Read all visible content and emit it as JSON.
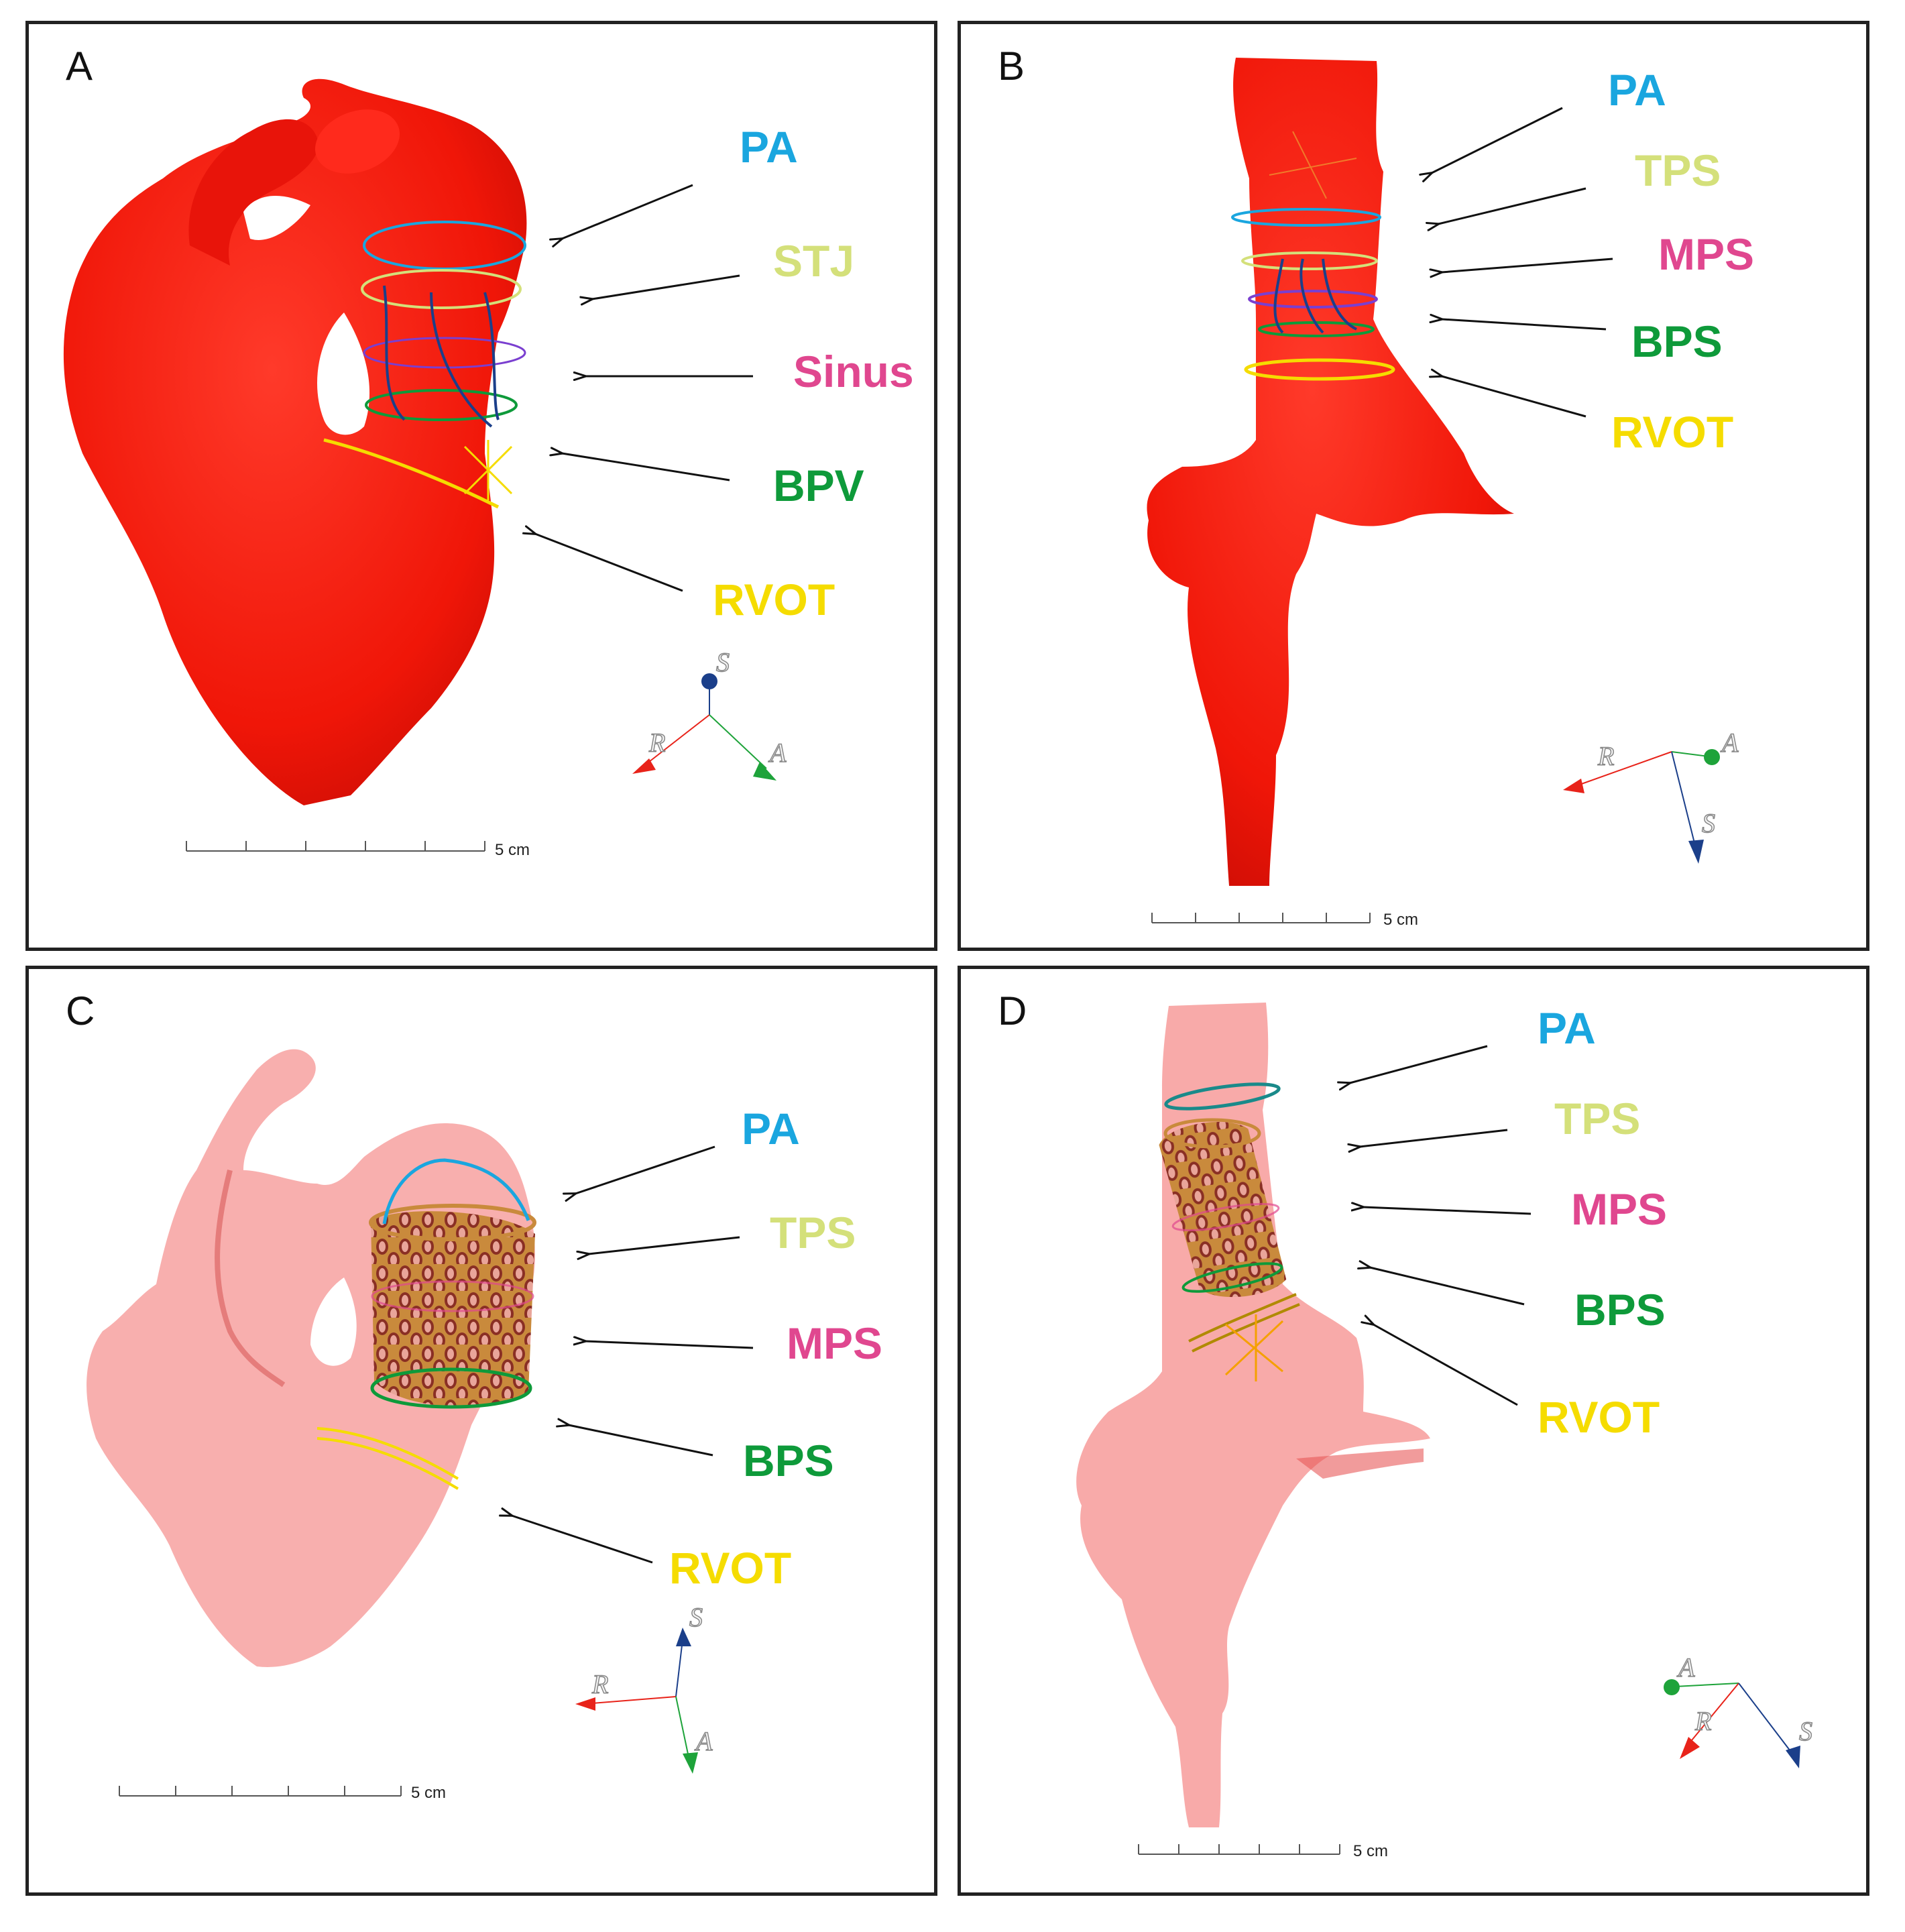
{
  "colors": {
    "heart_solid": "#ff1a10",
    "heart_translucent": "#f7a1a0",
    "pa": "#1aa6df",
    "stj_tps": "#d4e07a",
    "sinus_mps": "#e0478f",
    "bpv_bps": "#0e9a3a",
    "rvot": "#f5dc00",
    "axis_r": "#e8231a",
    "axis_a": "#1ea33a",
    "axis_s": "#1b3f8a"
  },
  "panels": [
    {
      "letter": "A",
      "labels": [
        {
          "text": "PA",
          "color": "#1aa6df"
        },
        {
          "text": "STJ",
          "color": "#d4e07a"
        },
        {
          "text": "Sinus",
          "color": "#e0478f"
        },
        {
          "text": "BPV",
          "color": "#0e9a3a"
        },
        {
          "text": "RVOT",
          "color": "#f5dc00"
        }
      ],
      "scale": "5 cm",
      "axes": [
        "S",
        "R",
        "A"
      ]
    },
    {
      "letter": "B",
      "labels": [
        {
          "text": "PA",
          "color": "#1aa6df"
        },
        {
          "text": "TPS",
          "color": "#d4e07a"
        },
        {
          "text": "MPS",
          "color": "#e0478f"
        },
        {
          "text": "BPS",
          "color": "#0e9a3a"
        },
        {
          "text": "RVOT",
          "color": "#f5dc00"
        }
      ],
      "scale": "5 cm",
      "axes": [
        "R",
        "A",
        "S"
      ]
    },
    {
      "letter": "C",
      "labels": [
        {
          "text": "PA",
          "color": "#1aa6df"
        },
        {
          "text": "TPS",
          "color": "#d4e07a"
        },
        {
          "text": "MPS",
          "color": "#e0478f"
        },
        {
          "text": "BPS",
          "color": "#0e9a3a"
        },
        {
          "text": "RVOT",
          "color": "#f5dc00"
        }
      ],
      "scale": "5 cm",
      "axes": [
        "S",
        "R",
        "A"
      ]
    },
    {
      "letter": "D",
      "labels": [
        {
          "text": "PA",
          "color": "#1aa6df"
        },
        {
          "text": "TPS",
          "color": "#d4e07a"
        },
        {
          "text": "MPS",
          "color": "#e0478f"
        },
        {
          "text": "BPS",
          "color": "#0e9a3a"
        },
        {
          "text": "RVOT",
          "color": "#f5dc00"
        }
      ],
      "scale": "5 cm",
      "axes": [
        "A",
        "R",
        "S"
      ]
    }
  ]
}
